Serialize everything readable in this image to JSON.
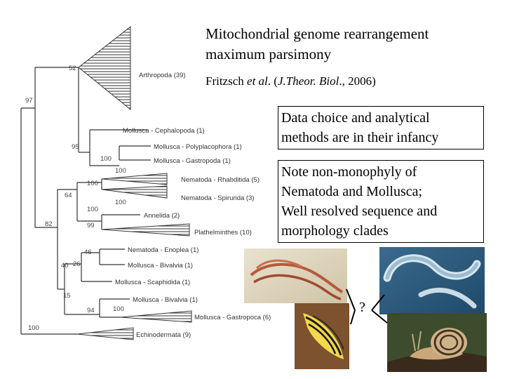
{
  "title": [
    "Mitochondrial genome rearrangement",
    "maximum parsimony"
  ],
  "citation": {
    "author": "Fritzsch ",
    "etal": "et al",
    "sep1": ". (",
    "journal": "J.Theor. Biol",
    "sep2": "., 2006)"
  },
  "notes": [
    [
      "Data choice and analytical",
      "methods are in their infancy"
    ],
    [
      "Note non-monophyly of",
      "Nematoda and Mollusca;",
      "Well resolved sequence and",
      "morphology clades"
    ]
  ],
  "tree": {
    "taxa": [
      {
        "label": "Arthropoda  (39)"
      },
      {
        "label": "Mollusca - Cephalopoda  (1)"
      },
      {
        "label": "Mollusca - Polyplacophora  (1)"
      },
      {
        "label": "Mollusca - Gastropoda  (1)"
      },
      {
        "label": "Nematoda - Rhabditida  (5)"
      },
      {
        "label": "Nematoda - Spirurida  (3)"
      },
      {
        "label": "Annelida  (2)"
      },
      {
        "label": "Plathelminthes  (10)"
      },
      {
        "label": "Nematoda - Enoplea  (1)"
      },
      {
        "label": "Mollusca - Bivalvia  (1)"
      },
      {
        "label": "Mollusca - Scaphidida  (1)"
      },
      {
        "label": "Mollusca - Bivalvia  (1)"
      },
      {
        "label": "Mollusca - Gastropoca  (6)"
      },
      {
        "label": "Echinodermata  (9)"
      }
    ],
    "bootstrap": [
      "52",
      "97",
      "95",
      "100",
      "100",
      "100",
      "64",
      "100",
      "100",
      "82",
      "99",
      "46",
      "40",
      "26",
      "15",
      "94",
      "100",
      "100"
    ]
  },
  "question_mark": "?",
  "photos": [
    "nematode-worms",
    "sea-slug",
    "nematode-micrograph",
    "snail"
  ]
}
